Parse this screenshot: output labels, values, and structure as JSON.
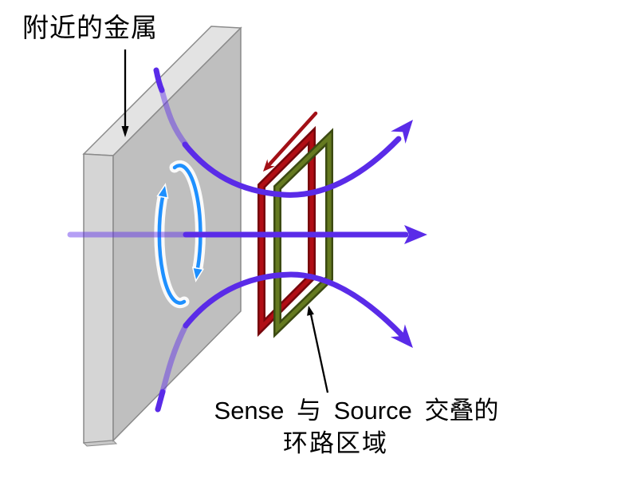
{
  "labels": {
    "nearby_metal": "附近的金属",
    "overlap_line1": "Sense 与 Source 交叠的",
    "overlap_line2": "环路区域"
  },
  "colors": {
    "field_line": "#5A2BE8",
    "field_line_hidden": "rgba(90,43,232,0.45)",
    "eddy_current": "#1E90FF",
    "red_coil": "#B10E15",
    "red_coil_dark": "#76060C",
    "red_current_arrow": "#A21016",
    "green_coil": "#657A20",
    "green_coil_dark": "#3C4A12",
    "plate_front": "#BFBFBF",
    "plate_side": "#D5D5D5",
    "plate_top": "#E3E3E3",
    "annotation": "#000000"
  }
}
